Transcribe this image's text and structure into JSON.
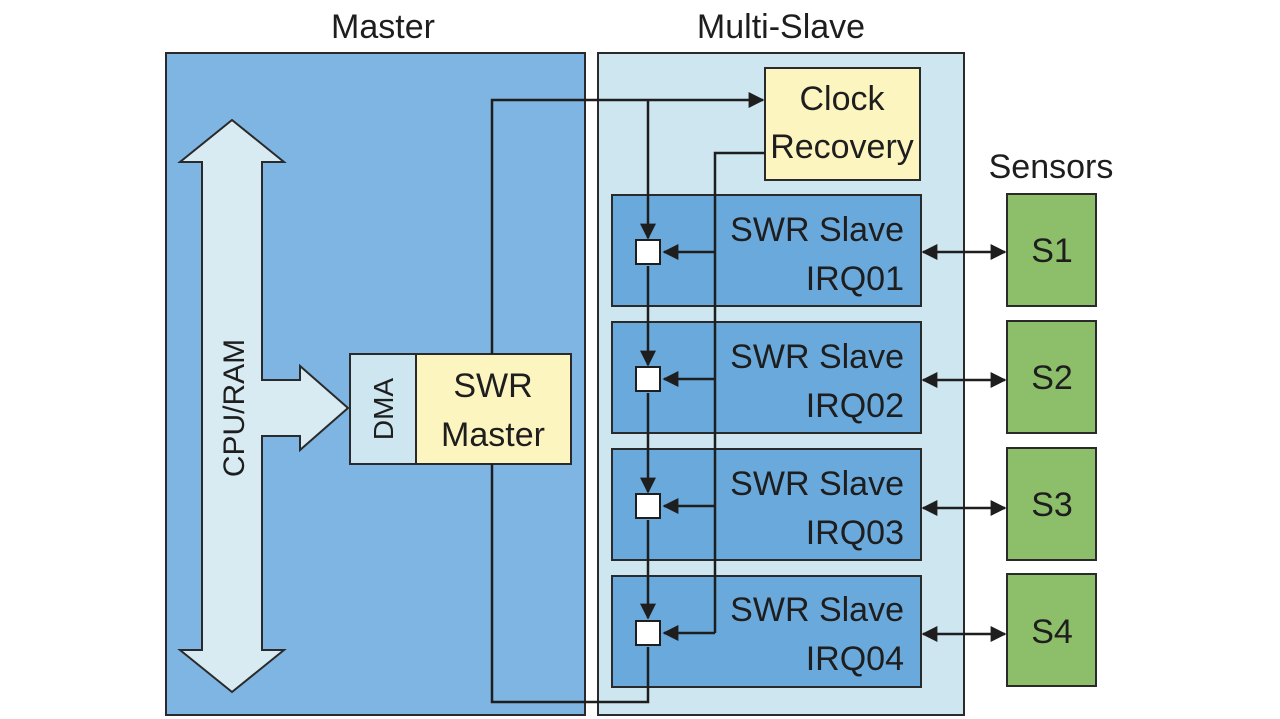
{
  "titles": {
    "master": "Master",
    "multi_slave": "Multi-Slave",
    "sensors": "Sensors"
  },
  "master": {
    "bus_label": "CPU/RAM",
    "dma_label": "DMA",
    "swr_master": [
      "SWR",
      "Master"
    ]
  },
  "clock_recovery": [
    "Clock",
    "Recovery"
  ],
  "slaves": [
    {
      "name": "SWR Slave",
      "irq": "IRQ01"
    },
    {
      "name": "SWR Slave",
      "irq": "IRQ02"
    },
    {
      "name": "SWR Slave",
      "irq": "IRQ03"
    },
    {
      "name": "SWR Slave",
      "irq": "IRQ04"
    }
  ],
  "sensors": [
    "S1",
    "S2",
    "S3",
    "S4"
  ],
  "colors": {
    "master_bg": "#7fb5e3",
    "multislave_bg": "#cde6f0",
    "slave_bg": "#6aa9dc",
    "yellow": "#fdf5c0",
    "sensor": "#8dbf6a",
    "bus_arrow": "#d8ebf3",
    "line": "#1e1e1e"
  }
}
